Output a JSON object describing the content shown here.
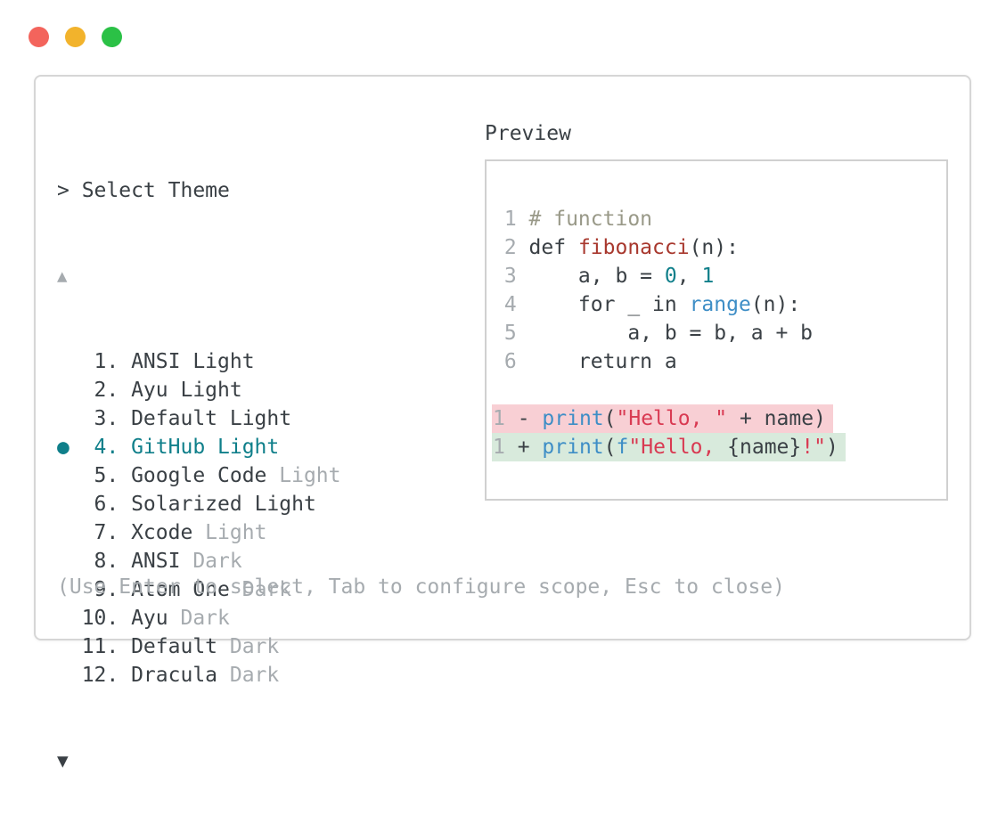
{
  "colors": {
    "plain": "#3a4045",
    "muted": "#a6abaf",
    "accent_teal": "#0f7f8a",
    "comment": "#999988",
    "func": "#a8382e",
    "number": "#0f7f8a",
    "builtin": "#3e8ec6",
    "string": "#d93a52",
    "removed_bg": "#f8cfd4",
    "added_bg": "#d8eadc"
  },
  "window_controls": [
    {
      "name": "close",
      "color": "#f3645c"
    },
    {
      "name": "minimize",
      "color": "#f2b32c"
    },
    {
      "name": "zoom",
      "color": "#2bc146"
    }
  ],
  "picker": {
    "prompt": "> Select Theme",
    "up_arrow": "▲",
    "down_arrow": "▼",
    "selected_marker": "●",
    "items": [
      {
        "num": 1,
        "name": "ANSI",
        "suffix": "Light",
        "suffix_muted": false,
        "selected": false
      },
      {
        "num": 2,
        "name": "Ayu",
        "suffix": "Light",
        "suffix_muted": false,
        "selected": false
      },
      {
        "num": 3,
        "name": "Default",
        "suffix": "Light",
        "suffix_muted": false,
        "selected": false
      },
      {
        "num": 4,
        "name": "GitHub",
        "suffix": "Light",
        "suffix_muted": false,
        "selected": true
      },
      {
        "num": 5,
        "name": "Google Code",
        "suffix": "Light",
        "suffix_muted": true,
        "selected": false
      },
      {
        "num": 6,
        "name": "Solarized",
        "suffix": "Light",
        "suffix_muted": false,
        "selected": false
      },
      {
        "num": 7,
        "name": "Xcode",
        "suffix": "Light",
        "suffix_muted": true,
        "selected": false
      },
      {
        "num": 8,
        "name": "ANSI",
        "suffix": "Dark",
        "suffix_muted": true,
        "selected": false
      },
      {
        "num": 9,
        "name": "Atom One",
        "suffix": "Dark",
        "suffix_muted": true,
        "selected": false
      },
      {
        "num": 10,
        "name": "Ayu",
        "suffix": "Dark",
        "suffix_muted": true,
        "selected": false
      },
      {
        "num": 11,
        "name": "Default",
        "suffix": "Dark",
        "suffix_muted": true,
        "selected": false
      },
      {
        "num": 12,
        "name": "Dracula",
        "suffix": "Dark",
        "suffix_muted": true,
        "selected": false
      }
    ],
    "footer": "(Use Enter to select, Tab to configure scope, Esc to close)"
  },
  "preview": {
    "label": "Preview",
    "lines": [
      {
        "num": "1",
        "tokens": [
          {
            "t": "# function",
            "c": "comment"
          }
        ]
      },
      {
        "num": "2",
        "tokens": [
          {
            "t": "def ",
            "c": "plain"
          },
          {
            "t": "fibonacci",
            "c": "func"
          },
          {
            "t": "(n):",
            "c": "plain"
          }
        ]
      },
      {
        "num": "3",
        "tokens": [
          {
            "t": "    a, b = ",
            "c": "plain"
          },
          {
            "t": "0",
            "c": "number"
          },
          {
            "t": ", ",
            "c": "plain"
          },
          {
            "t": "1",
            "c": "number"
          }
        ]
      },
      {
        "num": "4",
        "tokens": [
          {
            "t": "    for _ in ",
            "c": "plain"
          },
          {
            "t": "range",
            "c": "builtin"
          },
          {
            "t": "(n):",
            "c": "plain"
          }
        ]
      },
      {
        "num": "5",
        "tokens": [
          {
            "t": "        a, b = b, a + b",
            "c": "plain"
          }
        ]
      },
      {
        "num": "6",
        "tokens": [
          {
            "t": "    return a",
            "c": "plain"
          }
        ]
      },
      {
        "blank": true
      },
      {
        "num": "1",
        "diff": "removed",
        "tokens": [
          {
            "t": "- ",
            "c": "plain"
          },
          {
            "t": "print",
            "c": "builtin"
          },
          {
            "t": "(",
            "c": "plain"
          },
          {
            "t": "\"Hello, \"",
            "c": "string"
          },
          {
            "t": " + name)",
            "c": "plain"
          }
        ]
      },
      {
        "num": "1",
        "diff": "added",
        "tokens": [
          {
            "t": "+ ",
            "c": "plain"
          },
          {
            "t": "print",
            "c": "builtin"
          },
          {
            "t": "(",
            "c": "plain"
          },
          {
            "t": "f",
            "c": "builtin"
          },
          {
            "t": "\"Hello, ",
            "c": "string"
          },
          {
            "t": "{name}",
            "c": "plain"
          },
          {
            "t": "!\"",
            "c": "string"
          },
          {
            "t": ")",
            "c": "plain"
          }
        ]
      }
    ]
  }
}
